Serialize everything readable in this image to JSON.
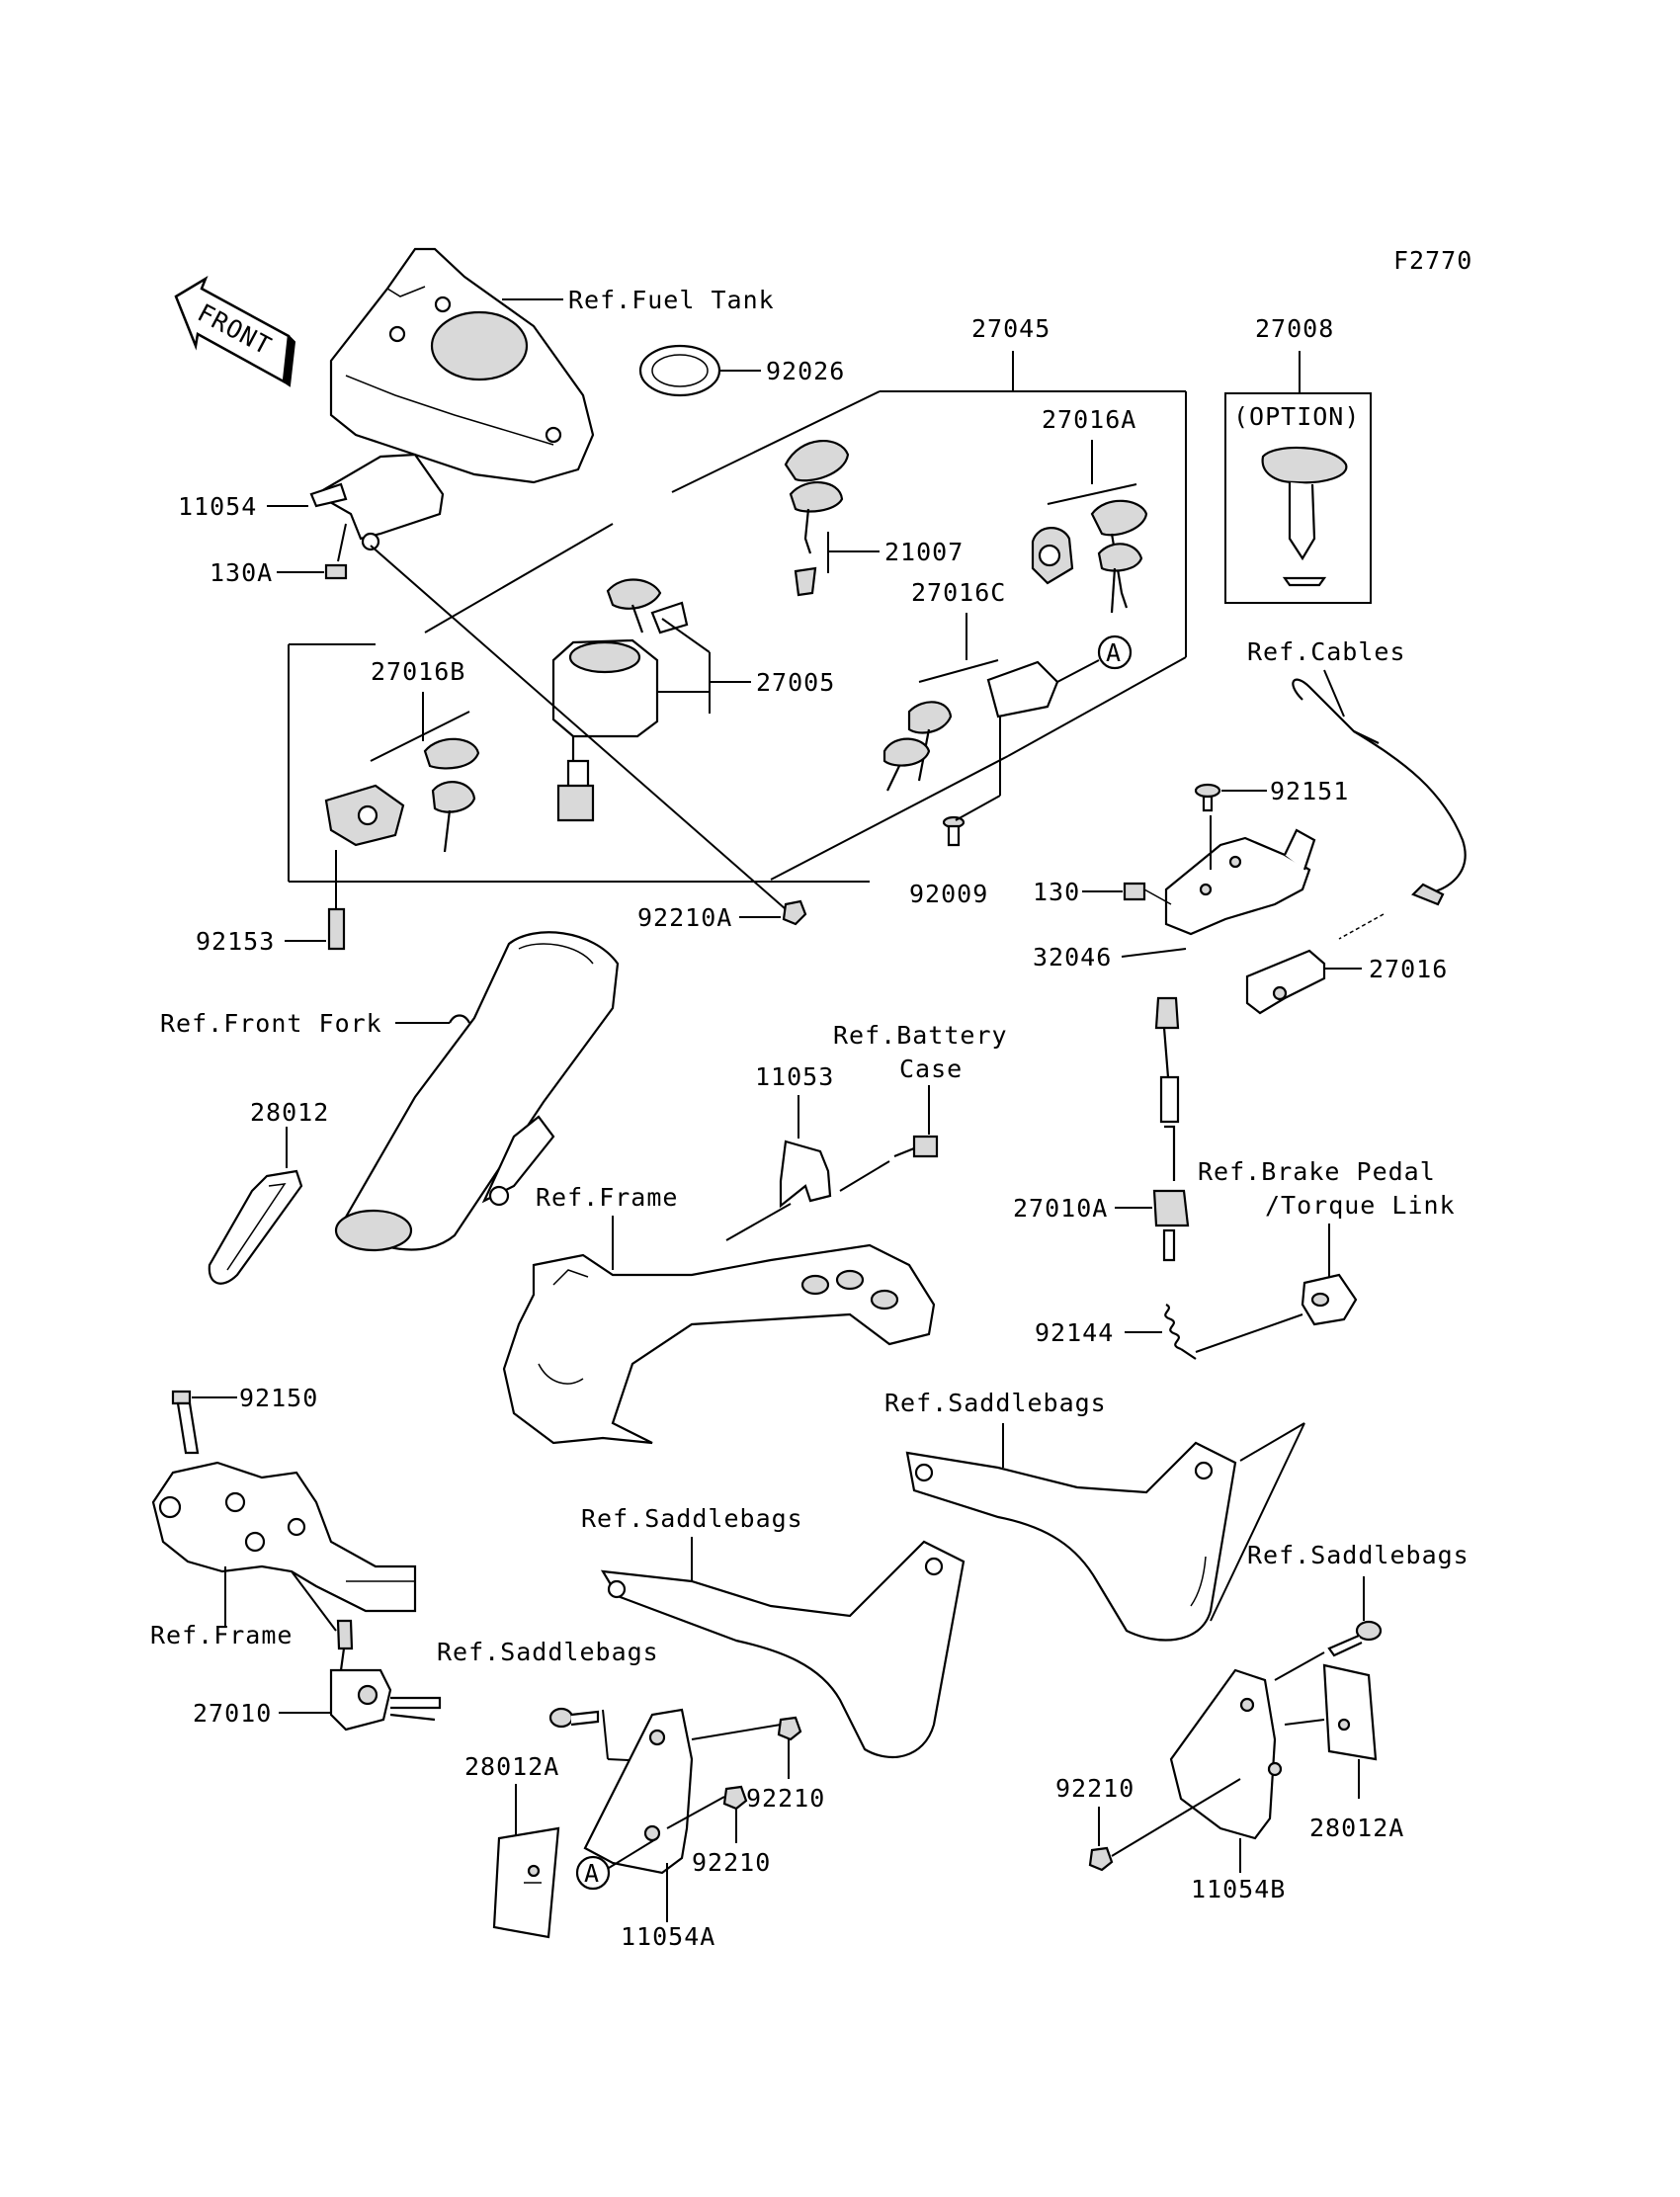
{
  "figure_code": "F2770",
  "front_arrow": "FRONT",
  "option_box": {
    "label": "(OPTION)",
    "part": "27008"
  },
  "callout_a": "A",
  "labels": {
    "ref_fuel_tank": "Ref.Fuel Tank",
    "p92026": "92026",
    "p27045": "27045",
    "p27008": "27008",
    "p27016A": "27016A",
    "p11054": "11054",
    "p21007": "21007",
    "p130A": "130A",
    "p27016C": "27016C",
    "p27016B": "27016B",
    "p27005": "27005",
    "ref_cables": "Ref.Cables",
    "p92151": "92151",
    "p92009": "92009",
    "p130": "130",
    "p92153": "92153",
    "p92210A": "92210A",
    "p32046": "32046",
    "p27016": "27016",
    "ref_front_fork": "Ref.Front Fork",
    "ref_battery_case_1": "Ref.Battery",
    "ref_battery_case_2": "Case",
    "p11053": "11053",
    "p28012": "28012",
    "ref_brake_pedal_1": "Ref.Brake Pedal",
    "ref_brake_pedal_2": "/Torque Link",
    "ref_frame_1": "Ref.Frame",
    "p27010A": "27010A",
    "p92144": "92144",
    "p92150": "92150",
    "ref_saddlebags_1": "Ref.Saddlebags",
    "ref_saddlebags_2": "Ref.Saddlebags",
    "ref_saddlebags_3": "Ref.Saddlebags",
    "ref_frame_2": "Ref.Frame",
    "ref_saddlebags_4": "Ref.Saddlebags",
    "p27010": "27010",
    "p28012A_left": "28012A",
    "p92210_a": "92210",
    "p92210_b": "92210",
    "p92210_c": "92210",
    "p28012A_right": "28012A",
    "p11054A": "11054A",
    "p11054B": "11054B"
  }
}
